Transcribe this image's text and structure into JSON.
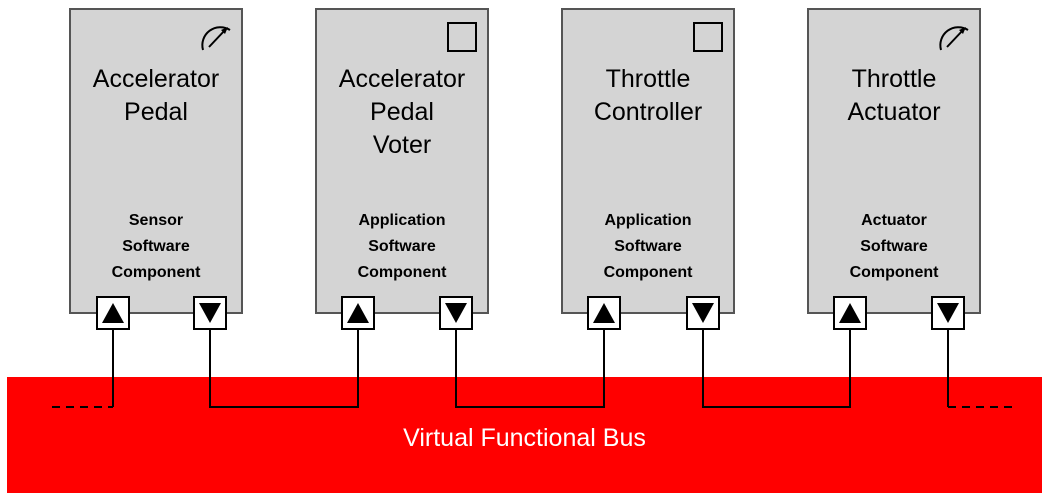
{
  "bus": {
    "label": "Virtual Functional Bus",
    "color": "#ff0000"
  },
  "components": [
    {
      "title": "Accelerator\nPedal",
      "type": "Sensor\nSoftware\nComponent",
      "icon": "gauge-icon"
    },
    {
      "title": "Accelerator\nPedal\nVoter",
      "type": "Application\nSoftware\nComponent",
      "icon": "square-icon"
    },
    {
      "title": "Throttle\nController",
      "type": "Application\nSoftware\nComponent",
      "icon": "square-icon"
    },
    {
      "title": "Throttle\nActuator",
      "type": "Actuator\nSoftware\nComponent",
      "icon": "gauge-icon"
    }
  ],
  "ports": {
    "input": "up-arrow-icon",
    "output": "down-arrow-icon"
  },
  "colors": {
    "component_fill": "#d4d4d4",
    "component_border": "#555555",
    "bus_text": "#ffffff"
  }
}
